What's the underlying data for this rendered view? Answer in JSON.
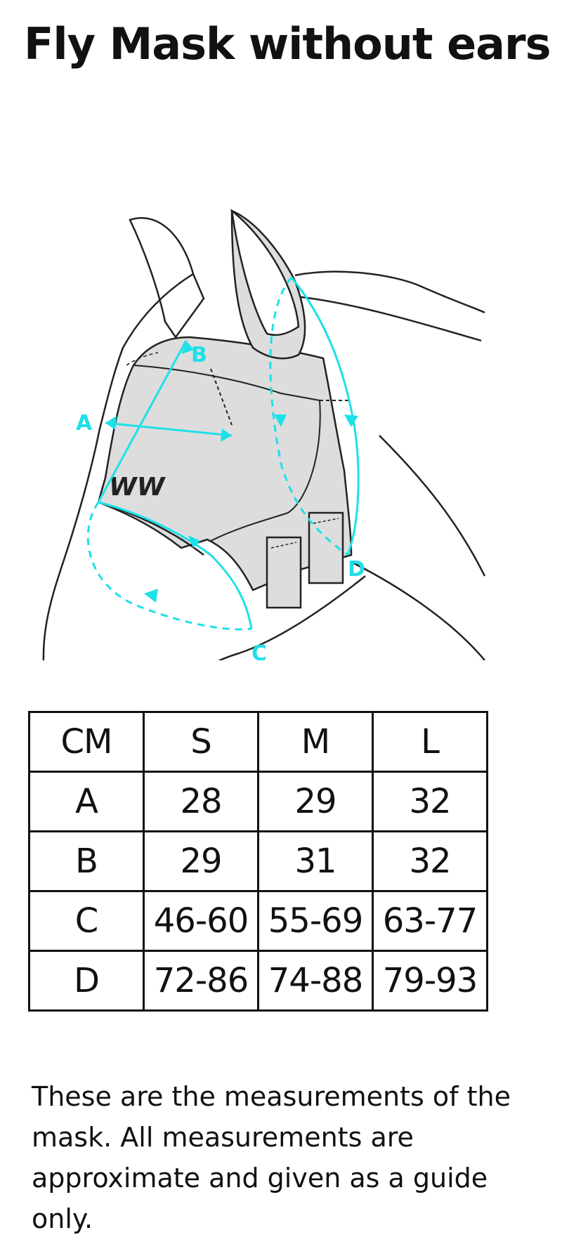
{
  "title": "Fly Mask without ears",
  "diagram": {
    "label_a": "A",
    "label_b": "B",
    "label_c": "C",
    "label_d": "D",
    "logo_text": "W"
  },
  "colors": {
    "accent": "#1ee0e8",
    "mask_fill": "#dddddd",
    "line": "#222222"
  },
  "table": {
    "headers": [
      "CM",
      "S",
      "M",
      "L"
    ],
    "rows": [
      [
        "A",
        "28",
        "29",
        "32"
      ],
      [
        "B",
        "29",
        "31",
        "32"
      ],
      [
        "C",
        "46-60",
        "55-69",
        "63-77"
      ],
      [
        "D",
        "72-86",
        "74-88",
        "79-93"
      ]
    ]
  },
  "note": "These are the measurements of the mask. All measurements are approximate and given as a guide only."
}
